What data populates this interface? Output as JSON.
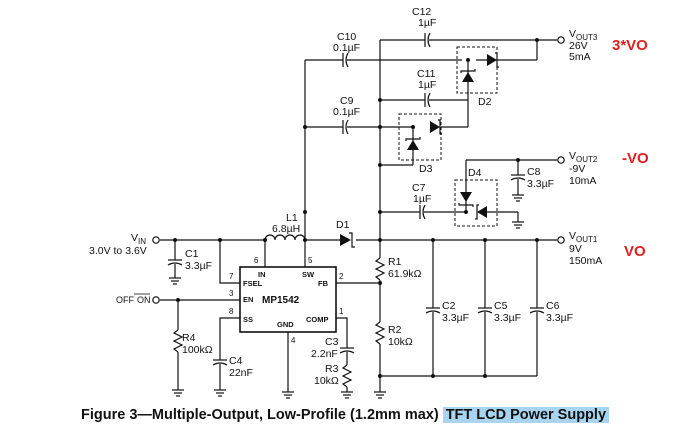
{
  "labels": {
    "c12": "C12",
    "c12v": "1µF",
    "c10": "C10",
    "c10v": "0.1µF",
    "c11": "C11",
    "c11v": "1µF",
    "c9": "C9",
    "c9v": "0.1µF",
    "c7": "C7",
    "c7v": "1µF",
    "c8": "C8",
    "c8v": "3.3µF",
    "c1": "C1",
    "c1v": "3.3µF",
    "c2": "C2",
    "c2v": "3.3µF",
    "c5": "C5",
    "c5v": "3.3µF",
    "c6": "C6",
    "c6v": "3.3µF",
    "c3": "C3",
    "c3v": "2.2nF",
    "c4": "C4",
    "c4v": "22nF",
    "r1": "R1",
    "r1v": "61.9kΩ",
    "r2": "R2",
    "r2v": "10kΩ",
    "r3": "R3",
    "r3v": "10kΩ",
    "r4": "R4",
    "r4v": "100kΩ",
    "l1": "L1",
    "l1v": "6.8µH",
    "d1": "D1",
    "d2": "D2",
    "d3": "D3",
    "d4": "D4",
    "vin": "V",
    "vin_sub": "IN",
    "vin_range": "3.0V to 3.6V",
    "off": "OFF",
    "on": "ON",
    "ic_name": "MP1542",
    "pin_in": "IN",
    "pin_sw": "SW",
    "pin_fsel": "FSEL",
    "pin_fb": "FB",
    "pin_en": "EN",
    "pin_ss": "SS",
    "pin_comp": "COMP",
    "pin_gnd": "GND",
    "pn6": "6",
    "pn5": "5",
    "pn7": "7",
    "pn2": "2",
    "pn3": "3",
    "pn8": "8",
    "pn1": "1",
    "pn4": "4",
    "vout3": "V",
    "vout3_sub": "OUT3",
    "vout3_v": "26V",
    "vout3_i": "5mA",
    "vout2": "V",
    "vout2_sub": "OUT2",
    "vout2_v": "-9V",
    "vout2_i": "10mA",
    "vout1": "V",
    "vout1_sub": "OUT1",
    "vout1_v": "9V",
    "vout1_i": "150mA",
    "note_3vo": "3*VO",
    "note_nvo": "-VO",
    "note_vo": "VO"
  },
  "caption": {
    "main": "Figure 3—Multiple-Output, Low-Profile (1.2mm max) ",
    "highlight": "TFT LCD Power Supply"
  },
  "colors": {
    "annotation": "#e02020",
    "highlight": "#a8d4f0"
  }
}
